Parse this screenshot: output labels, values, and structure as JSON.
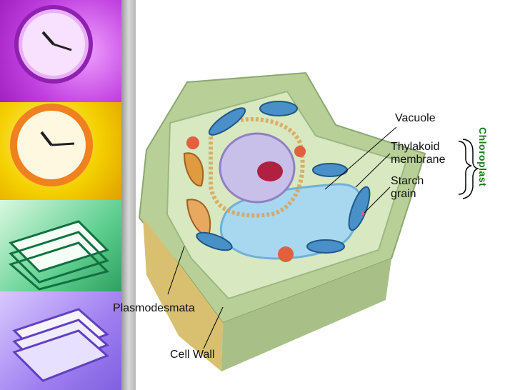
{
  "labels": {
    "vacuole": "Vacuole",
    "thylakoid_line1": "Thylakoid",
    "thylakoid_line2": "membrane",
    "starch_line1": "Starch",
    "starch_line2": "grain",
    "chloroplast": "Chloroplast",
    "plasmodesmata": "Plasmodesmata",
    "cell_wall": "Cell Wall"
  },
  "colors": {
    "chloroplast_label": "#1a7a1a",
    "tile_magenta": "#c040e0",
    "tile_yellow": "#f4d000",
    "tile_green": "#40c070",
    "tile_lavender": "#a080f0"
  },
  "icons": [
    "clock-icon",
    "clock-icon",
    "book-stack-icon",
    "book-stack-icon"
  ]
}
